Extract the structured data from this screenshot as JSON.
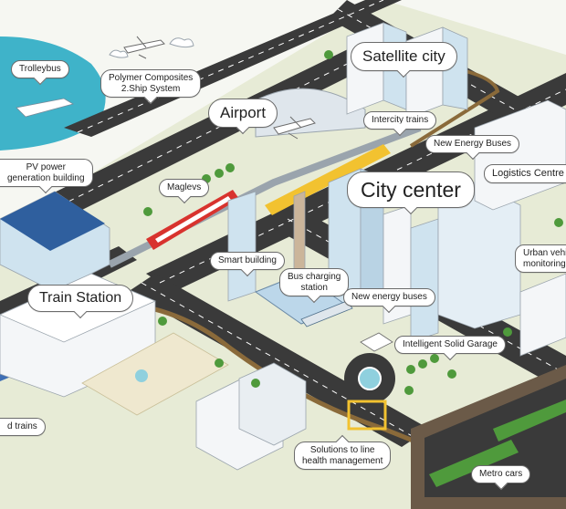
{
  "labels": {
    "trolleybus": "Trolleybus",
    "polymer_composites": "Polymer Composites",
    "ship_system": "2.Ship System",
    "airport": "Airport",
    "satellite_city": "Satellite city",
    "intercity_trains": "Intercity trains",
    "new_energy_buses_top": "New Energy Buses",
    "logistics_centre": "Logistics Centre",
    "pv_power_line1": "PV power",
    "pv_power_line2": "generation building",
    "maglevs": "Maglevs",
    "city_center": "City center",
    "smart_building": "Smart building",
    "bus_charging_line1": "Bus charging",
    "bus_charging_line2": "station",
    "new_energy_buses_mid": "New energy buses",
    "urban_vehicle_line1": "Urban vehi",
    "urban_vehicle_line2": "monitoring sy",
    "train_station": "Train Station",
    "intelligent_garage": "Intelligent Solid Garage",
    "speed_trains": "d trains",
    "solutions_line1": "Solutions to line",
    "solutions_line2": "health management",
    "metro_cars": "Metro cars"
  },
  "colors": {
    "road": "#3a3a3a",
    "road_mark": "#ffffff",
    "ground": "#e8ecd8",
    "sea": "#3fb3c9",
    "building_blue": "#cfe3ef",
    "building_white": "#f4f6f8",
    "train_red": "#d8332e",
    "train_yellow": "#f2c230",
    "tree": "#4f9a3c",
    "rail": "#8a6a3a"
  }
}
